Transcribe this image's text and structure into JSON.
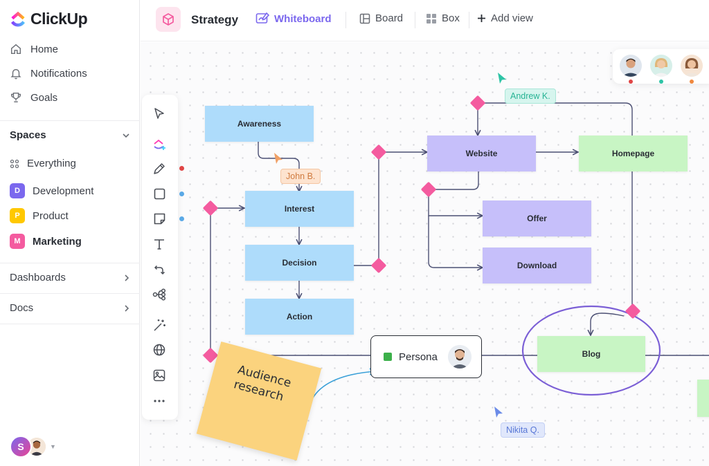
{
  "app": {
    "name": "ClickUp"
  },
  "sidebar": {
    "nav": [
      {
        "label": "Home",
        "icon": "home-icon"
      },
      {
        "label": "Notifications",
        "icon": "bell-icon"
      },
      {
        "label": "Goals",
        "icon": "trophy-icon"
      }
    ],
    "spaces_label": "Spaces",
    "everything_label": "Everything",
    "spaces": [
      {
        "letter": "D",
        "label": "Development",
        "color": "#7b68ee"
      },
      {
        "letter": "P",
        "label": "Product",
        "color": "#ffc800"
      },
      {
        "letter": "M",
        "label": "Marketing",
        "color": "#f45b9f"
      }
    ],
    "dashboards_label": "Dashboards",
    "docs_label": "Docs",
    "user_initial": "S"
  },
  "topbar": {
    "title": "Strategy",
    "tabs": [
      {
        "label": "Whiteboard",
        "active": true
      },
      {
        "label": "Board"
      },
      {
        "label": "Box"
      }
    ],
    "add_view": "Add view"
  },
  "whiteboard": {
    "nodes": {
      "awareness": "Awareness",
      "interest": "Interest",
      "decision": "Decision",
      "action": "Action",
      "website": "Website",
      "homepage": "Homepage",
      "offer": "Offer",
      "download": "Download",
      "blog": "Blog"
    },
    "persona": "Persona",
    "sticky_note": [
      "Audience",
      "research"
    ],
    "cursors": [
      {
        "name": "John B.",
        "color": "#f0a066"
      },
      {
        "name": "Andrew K.",
        "color": "#2ec4a6"
      },
      {
        "name": "Nikita Q.",
        "color": "#6b8be8"
      }
    ],
    "collaborator_dots": [
      "#e04545",
      "#2ec4a6",
      "#f0883e"
    ],
    "colors": {
      "accent": "#7b68ee",
      "diamond": "#f45b9f",
      "connector": "#4b4f73"
    }
  }
}
